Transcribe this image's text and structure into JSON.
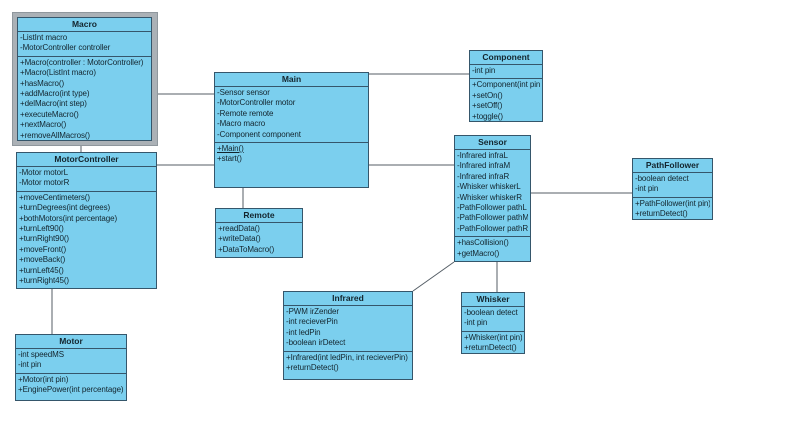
{
  "diagram": {
    "colors": {
      "shape_fill": "#7bcfee",
      "shape_border": "#35566b",
      "connector": "#555e66",
      "selection_frame": "#abb1b6",
      "background": "#ffffff"
    },
    "classes": {
      "macro": {
        "name": "Macro",
        "selected": true,
        "attributes": [
          "-ListInt macro",
          "-MotorController controller"
        ],
        "methods": [
          "+Macro(controller : MotorController)",
          "+Macro(ListInt macro)",
          "+hasMacro()",
          "+addMacro(int type)",
          "+delMacro(int step)",
          "+executeMacro()",
          "+nextMacro()",
          "+removeAllMacros()"
        ]
      },
      "motorcontroller": {
        "name": "MotorController",
        "attributes": [
          "-Motor motorL",
          "-Motor motorR"
        ],
        "methods": [
          "+moveCentimeters()",
          "+turnDegrees(int degrees)",
          "+bothMotors(int percentage)",
          "+turnLeft90()",
          "+turnRight90()",
          "+moveFront()",
          "+moveBack()",
          "+turnLeft45()",
          "+turnRight45()"
        ]
      },
      "motor": {
        "name": "Motor",
        "attributes": [
          "-int speedMS",
          "-int pin"
        ],
        "methods": [
          "+Motor(int pin)",
          "+EnginePower(int percentage)"
        ]
      },
      "main": {
        "name": "Main",
        "attributes": [
          "-Sensor sensor",
          "-MotorController motor",
          "-Remote remote",
          "-Macro macro",
          "-Component component"
        ],
        "methods": [
          "+Main()",
          "+start()"
        ]
      },
      "remote": {
        "name": "Remote",
        "methods": [
          "+readData()",
          "+writeData()",
          "+DataToMacro()"
        ]
      },
      "component": {
        "name": "Component",
        "attributes": [
          "-int pin"
        ],
        "methods": [
          "+Component(int pin)",
          "+setOn()",
          "+setOff()",
          "+toggle()"
        ]
      },
      "sensor": {
        "name": "Sensor",
        "attributes": [
          "-Infrared infraL",
          "-Infrared infraM",
          "-Infrared infraR",
          "-Whisker whiskerL",
          "-Whisker whiskerR",
          "-PathFollower pathL",
          "-PathFollower pathM",
          "-PathFollower pathR"
        ],
        "methods": [
          "+hasCollision()",
          "+getMacro()"
        ]
      },
      "pathfollower": {
        "name": "PathFollower",
        "attributes": [
          "-boolean detect",
          "-int pin"
        ],
        "methods": [
          "+PathFollower(int pin)",
          "+returnDetect()"
        ]
      },
      "infrared": {
        "name": "Infrared",
        "attributes": [
          "-PWM irZender",
          "-int recieverPin",
          "-int ledPin",
          "-boolean irDetect"
        ],
        "methods": [
          "+Infrared(int ledPin, int recieverPin)",
          "+returnDetect()"
        ]
      },
      "whisker": {
        "name": "Whisker",
        "attributes": [
          "-boolean detect",
          "-int pin"
        ],
        "methods": [
          "+Whisker(int pin)",
          "+returnDetect()"
        ]
      }
    }
  }
}
